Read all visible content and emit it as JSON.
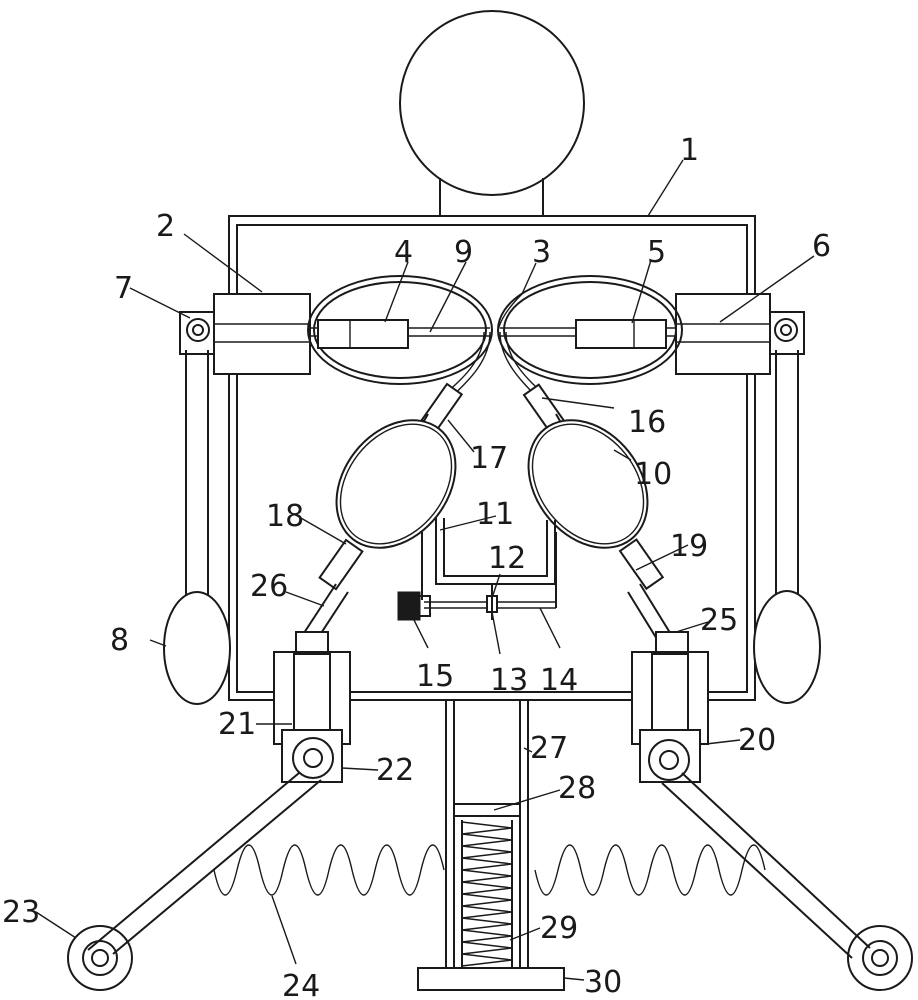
{
  "labels": [
    "1",
    "2",
    "3",
    "4",
    "5",
    "6",
    "7",
    "8",
    "9",
    "10",
    "11",
    "12",
    "13",
    "14",
    "15",
    "16",
    "17",
    "18",
    "19",
    "20",
    "21",
    "22",
    "23",
    "24",
    "25",
    "26",
    "27",
    "28",
    "29",
    "30"
  ],
  "colors": {
    "stroke": "#1a1a1a",
    "background": "#ffffff"
  }
}
